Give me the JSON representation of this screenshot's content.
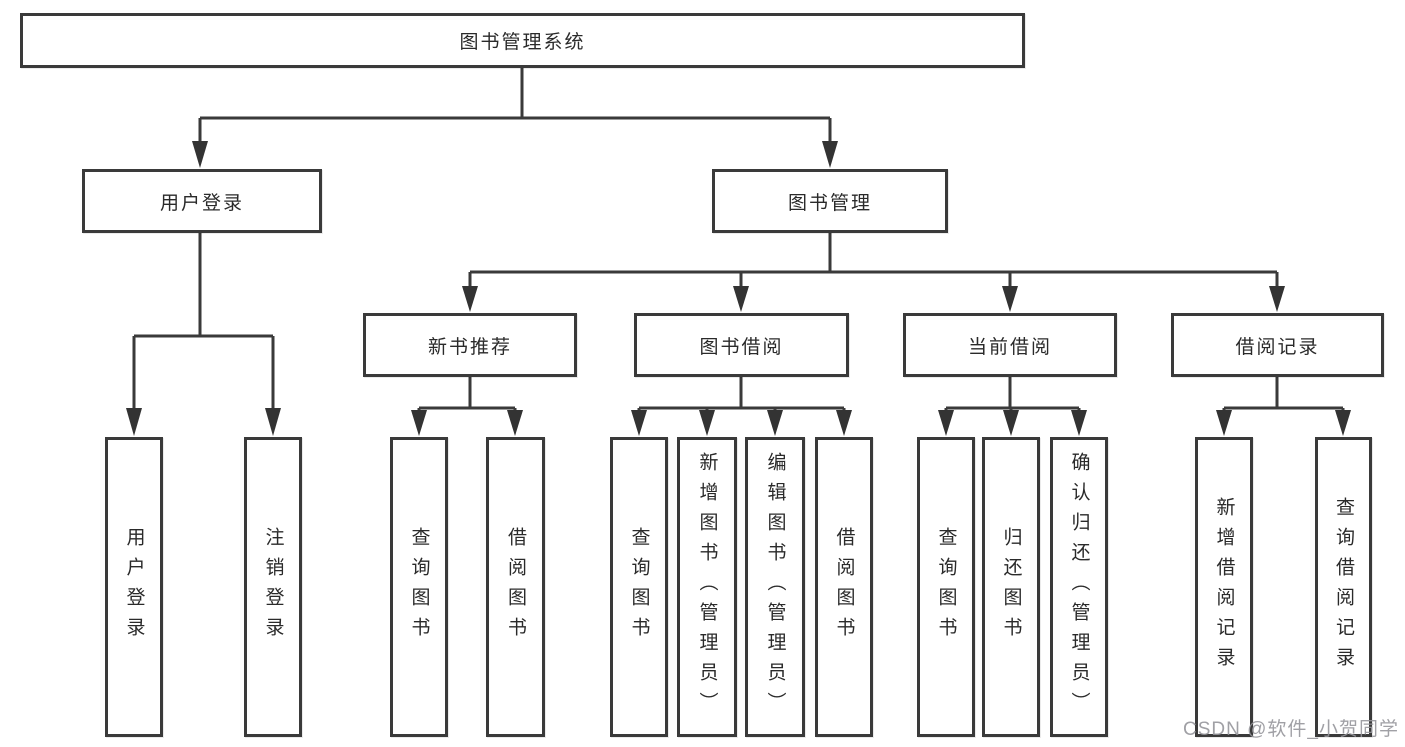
{
  "diagram": {
    "title": "图书管理系统",
    "children": [
      {
        "label": "用户登录",
        "children": [
          {
            "label": "用户登录"
          },
          {
            "label": "注销登录"
          }
        ]
      },
      {
        "label": "图书管理",
        "children": [
          {
            "label": "新书推荐",
            "children": [
              {
                "label": "查询图书"
              },
              {
                "label": "借阅图书"
              }
            ]
          },
          {
            "label": "图书借阅",
            "children": [
              {
                "label": "查询图书"
              },
              {
                "label": "新增图书（管理员）"
              },
              {
                "label": "编辑图书（管理员）"
              },
              {
                "label": "借阅图书"
              }
            ]
          },
          {
            "label": "当前借阅",
            "children": [
              {
                "label": "查询图书"
              },
              {
                "label": "归还图书"
              },
              {
                "label": "确认归还（管理员）"
              }
            ]
          },
          {
            "label": "借阅记录",
            "children": [
              {
                "label": "新增借阅记录"
              },
              {
                "label": "查询借阅记录"
              }
            ]
          }
        ]
      }
    ]
  },
  "watermark": {
    "text": "CSDN @软件_小贺同学"
  },
  "colors": {
    "line": "#3a3a3a",
    "box_border": "#3a3a3a",
    "box_fill": "#ffffff",
    "text": "#2a2a2a",
    "watermark": "#96969b"
  }
}
